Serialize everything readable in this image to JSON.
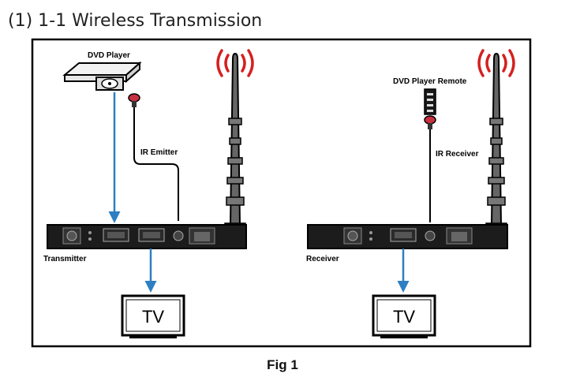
{
  "heading": "(1)   1-1 Wireless Transmission",
  "labels": {
    "dvd_player": "DVD Player",
    "ir_emitter": "IR Emitter",
    "transmitter": "Transmitter",
    "dvd_player_remote": "DVD Player Remote",
    "ir_receiver": "IR Receiver",
    "receiver": "Receiver",
    "tv": "TV"
  },
  "caption": "Fig 1",
  "colors": {
    "signal_arrow": "#2d7fc1",
    "wireless_waves": "#d42020",
    "device_body": "#1a1a1a",
    "ir_head": "#c83040"
  },
  "icons": {
    "wireless": "antenna-icon",
    "source": "dvd-player-icon",
    "display": "tv-icon",
    "remote": "remote-control-icon"
  }
}
